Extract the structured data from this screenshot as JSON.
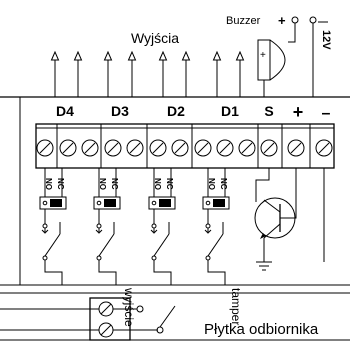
{
  "title": "Wyjścia",
  "buzzer_label": "Buzzer",
  "buzzer_plus": "+",
  "supply_label": "12V",
  "outputs": [
    {
      "label": "D4"
    },
    {
      "label": "D3"
    },
    {
      "label": "D2"
    },
    {
      "label": "D1"
    }
  ],
  "right_terminals": [
    {
      "label": "S"
    },
    {
      "label": "+"
    },
    {
      "label": "–"
    }
  ],
  "relay_no": "NO",
  "relay_nc": "NC",
  "receiver_label": "Płytka odbiornika",
  "wire_label_left": "wyjście",
  "wire_label_right": "tamper"
}
